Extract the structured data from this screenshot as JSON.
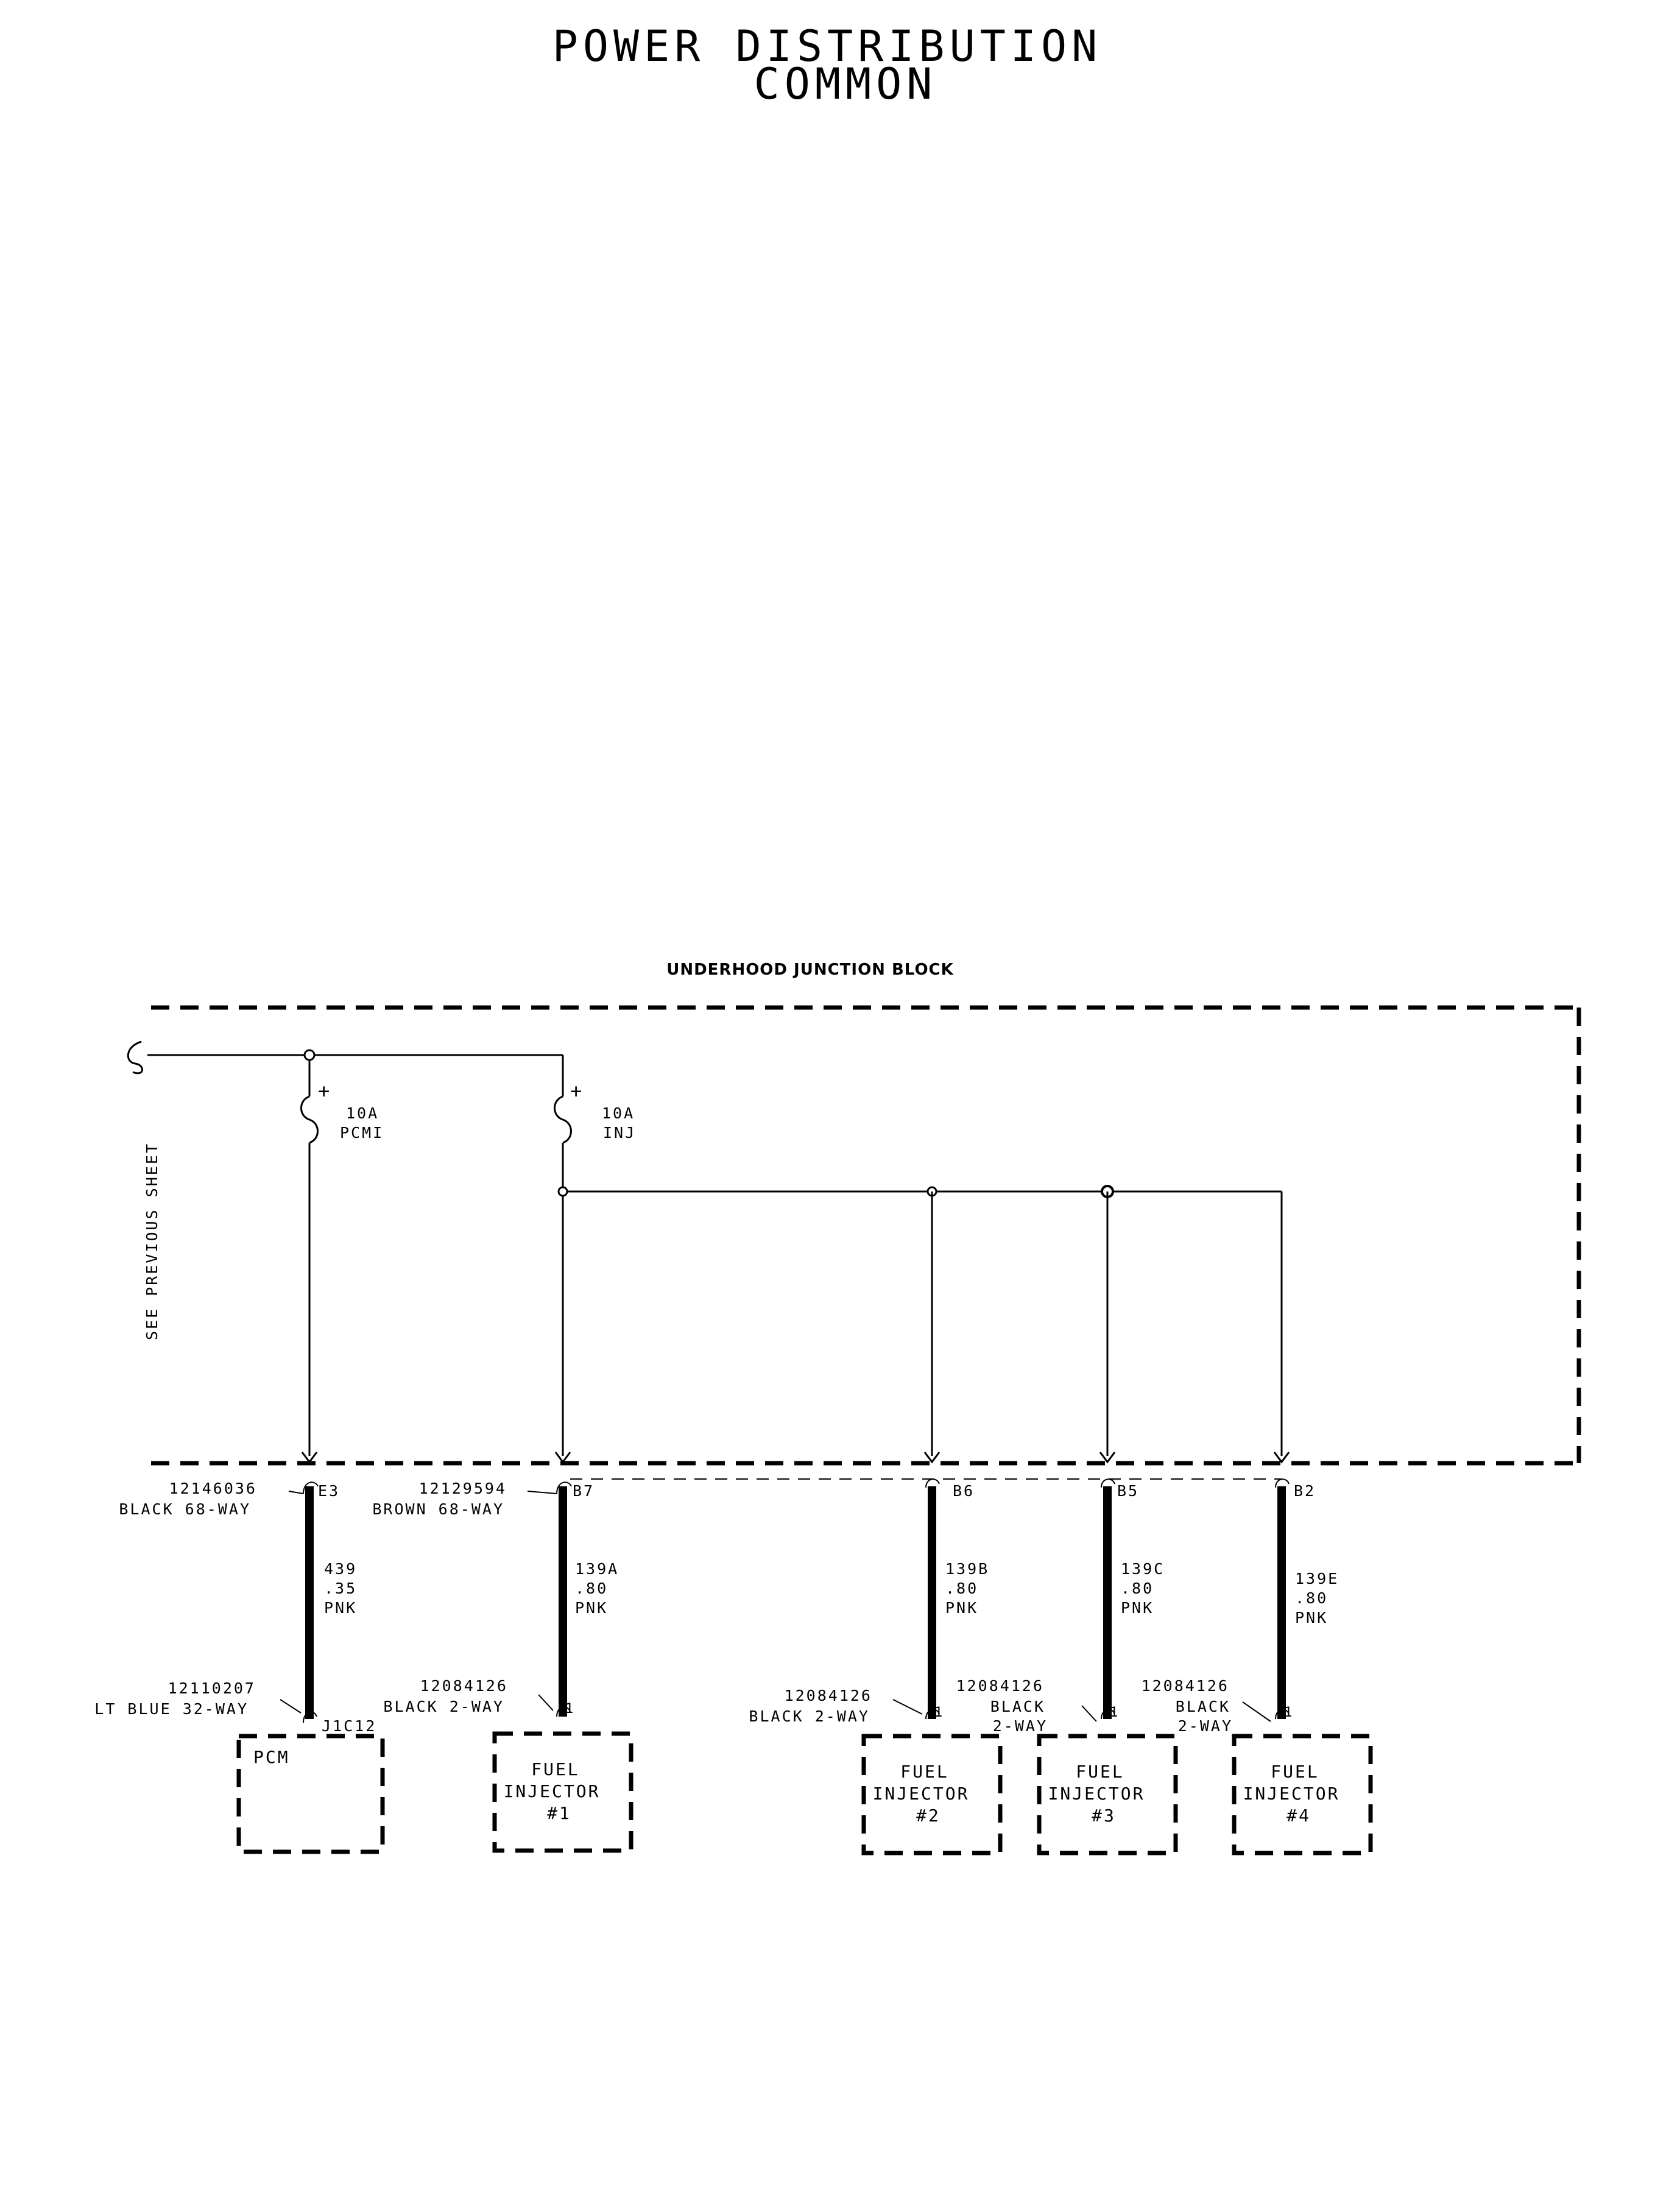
{
  "title": {
    "line1": "POWER DISTRIBUTION",
    "line2": "COMMON"
  },
  "junction_block": {
    "label": "UNDERHOOD JUNCTION BLOCK",
    "side_note": "SEE PREVIOUS SHEET"
  },
  "fuses": [
    {
      "amps": "10A",
      "name": "PCMI",
      "polarity": "+"
    },
    {
      "amps": "10A",
      "name": "INJ",
      "polarity": "+"
    }
  ],
  "top_connectors": [
    {
      "part": "12146036",
      "desc": "BLACK 68-WAY",
      "pin": "E3"
    },
    {
      "part": "12129594",
      "desc": "BROWN 68-WAY",
      "pin": "B7"
    },
    {
      "pin": "B6"
    },
    {
      "pin": "B5"
    },
    {
      "pin": "B2"
    }
  ],
  "wires": [
    {
      "circuit": "439",
      "gauge": ".35",
      "color": "PNK"
    },
    {
      "circuit": "139A",
      "gauge": ".80",
      "color": "PNK"
    },
    {
      "circuit": "139B",
      "gauge": ".80",
      "color": "PNK"
    },
    {
      "circuit": "139C",
      "gauge": ".80",
      "color": "PNK"
    },
    {
      "circuit": "139E",
      "gauge": ".80",
      "color": "PNK"
    }
  ],
  "bottom_connectors": [
    {
      "part": "12110207",
      "desc": "LT BLUE 32-WAY",
      "pin": "J1C12"
    },
    {
      "part": "12084126",
      "desc": "BLACK 2-WAY",
      "pin": "1"
    },
    {
      "part": "12084126",
      "desc": "BLACK 2-WAY",
      "pin": "1"
    },
    {
      "part": "12084126",
      "desc_line1": "BLACK",
      "desc_line2": "2-WAY",
      "pin": "1"
    },
    {
      "part": "12084126",
      "desc_line1": "BLACK",
      "desc_line2": "2-WAY",
      "pin": "1"
    }
  ],
  "components": [
    {
      "line1": "PCM"
    },
    {
      "line1": "FUEL",
      "line2": "INJECTOR",
      "line3": "#1"
    },
    {
      "line1": "FUEL",
      "line2": "INJECTOR",
      "line3": "#2"
    },
    {
      "line1": "FUEL",
      "line2": "INJECTOR",
      "line3": "#3"
    },
    {
      "line1": "FUEL",
      "line2": "INJECTOR",
      "line3": "#4"
    }
  ]
}
